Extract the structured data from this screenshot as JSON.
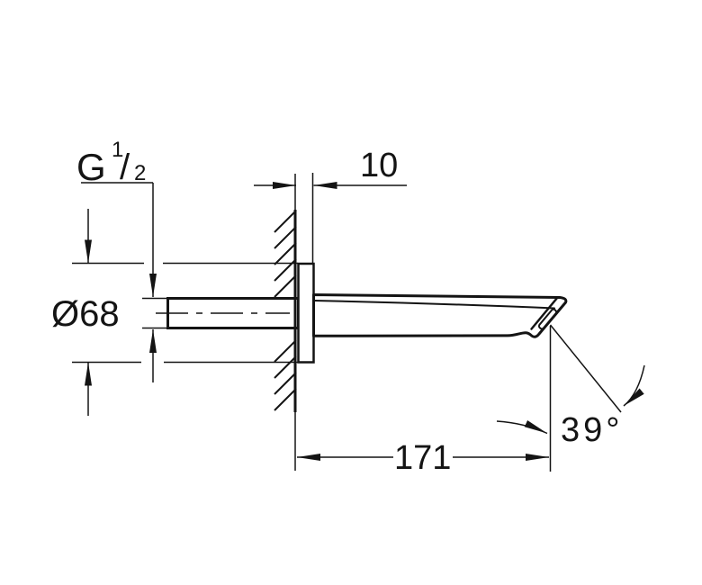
{
  "drawing": {
    "background": "#ffffff",
    "line_color": "#141414",
    "dimensions": {
      "thread_size": {
        "base": "G",
        "numerator": "1",
        "slash": "/",
        "denominator": "2"
      },
      "flange_diameter": "Ø68",
      "flange_depth": "10",
      "spout_projection": "171",
      "spout_angle": "39°"
    }
  }
}
